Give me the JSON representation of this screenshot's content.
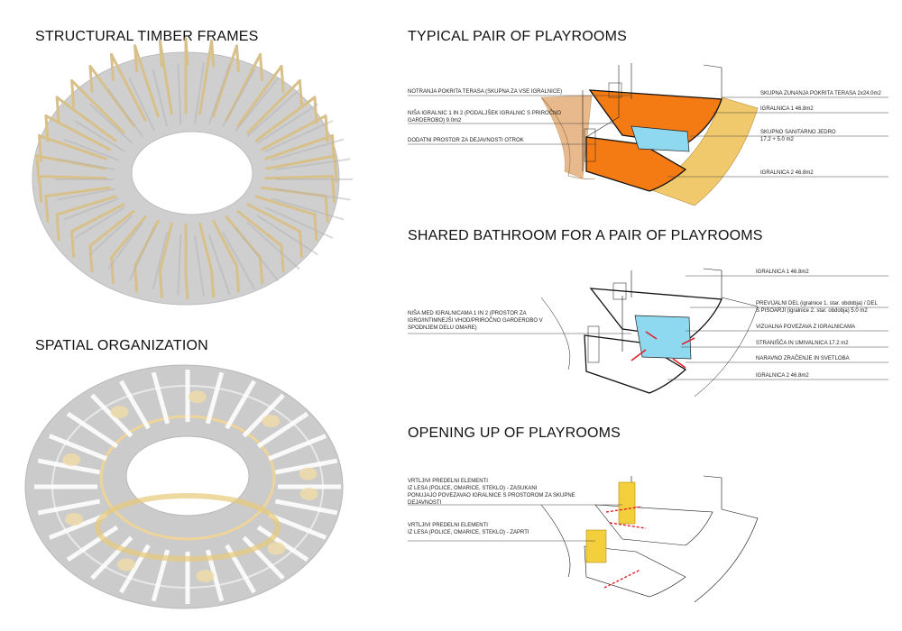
{
  "titles": {
    "structural": "STRUCTURAL TIMBER FRAMES",
    "spatial": "SPATIAL ORGANIZATION",
    "typical": "TYPICAL PAIR OF PLAYROOMS",
    "shared": "SHARED BATHROOM FOR A PAIR OF PLAYROOMS",
    "opening": "OPENING UP OF PLAYROOMS"
  },
  "typical": {
    "left": [
      "NOTRANJA POKRITA TERASA (SKUPNA ZA VSE IGRALNICE)",
      "NIŠA IGRALNIC 1 IN 2 (PODALJŠEK IGRALNIC S PRIROČNO\nGARDEROBO) 9.0m2",
      "DODATNI PROSTOR ZA DEJAVNOSTI OTROK"
    ],
    "right": [
      "SKUPNA ZUNANJA POKRITA TERASA 2x24.0m2",
      "IGRALNICA 1 46.8m2",
      "SKUPNO SANITARNO JEDRO\n17.2 + 5.0 m2",
      "IGRALNICA 2 46.8m2"
    ]
  },
  "shared": {
    "left": "NIŠA MED IGRALNICAMA 1 IN 2 (PROSTOR ZA\nIGRO/INTIMNEJŠI VHOD/PRIROČNO GARDEROBO V\nSPODNJEM DELU OMARE)",
    "right": [
      "IGRALNICA 1 46.8m2",
      "PREVIJALNI DEL (igralnice 1. star. obdobja) / DEL\nS PISOARJI (igralnice 2. star. obdobja) 5.0 m2",
      "VIZUALNA POVEZAVA Z IGRALNICAMA",
      "STRANIŠČA IN UMIVALNICA 17.2 m2",
      "NARAVNO ZRAČENJE IN SVETLOBA",
      "IGRALNICA 2  46.8m2"
    ]
  },
  "opening": {
    "left": [
      "VRTLJIVI PREDELNI ELEMENTI\nIZ LESA (POLICE, OMARICE, STEKLO) - ZASUKANI\nPONUJAJO POVEZAVAO IGRALNICE S PROSTOROM ZA SKUPNE\nDEJAVNOSTI",
      "VRTLJIVI PREDELNI ELEMENTI\nIZ LESA (POLICE, OMARICE, STEKLO) - ZAPRTI"
    ]
  },
  "colors": {
    "orange": "#f47a14",
    "cyan": "#8fd9f0",
    "timber": "#e7d2a4",
    "yellow": "#f3cf3c",
    "arrow": "#e0202a",
    "slab": "#c9c9c9"
  }
}
